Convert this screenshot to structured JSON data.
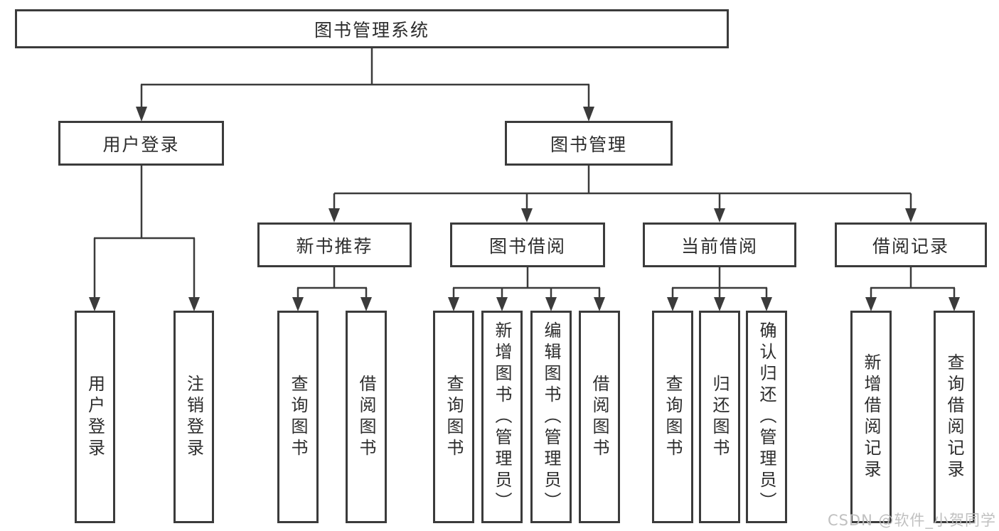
{
  "tree": {
    "label": "图书管理系统",
    "children": [
      {
        "label": "用户登录",
        "children": [
          {
            "label": "用户登录"
          },
          {
            "label": "注销登录"
          }
        ]
      },
      {
        "label": "图书管理",
        "children": [
          {
            "label": "新书推荐",
            "children": [
              {
                "label": "查询图书"
              },
              {
                "label": "借阅图书"
              }
            ]
          },
          {
            "label": "图书借阅",
            "children": [
              {
                "label": "查询图书"
              },
              {
                "label": "新增图书（管理员）"
              },
              {
                "label": "编辑图书（管理员）"
              },
              {
                "label": "借阅图书"
              }
            ]
          },
          {
            "label": "当前借阅",
            "children": [
              {
                "label": "查询图书"
              },
              {
                "label": "归还图书"
              },
              {
                "label": "确认归还（管理员）"
              }
            ]
          },
          {
            "label": "借阅记录",
            "children": [
              {
                "label": "新增借阅记录"
              },
              {
                "label": "查询借阅记录"
              }
            ]
          }
        ]
      }
    ]
  },
  "watermark": {
    "text": "CSDN @软件_小贺同学"
  },
  "colors": {
    "line": "#3b3b3b",
    "text": "#2d2d2d",
    "watermark": "#bdbdbd",
    "background": "#ffffff"
  }
}
